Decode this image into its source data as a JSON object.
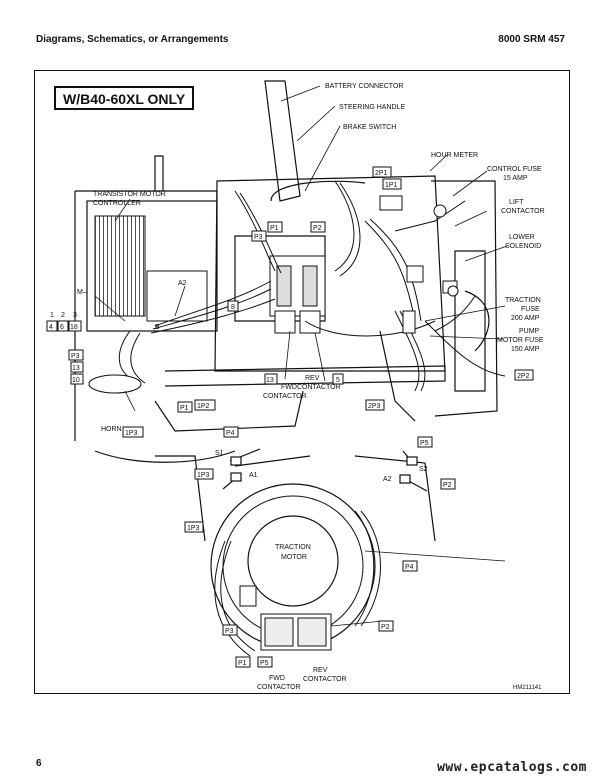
{
  "header": {
    "left": "Diagrams, Schematics, or Arrangements",
    "right": "8000 SRM 457"
  },
  "diagram": {
    "title_box": "W/B40-60XL ONLY",
    "labels": {
      "battery_connector": "BATTERY CONNECTOR",
      "steering_handle": "STEERING HANDLE",
      "brake_switch": "BRAKE SWITCH",
      "hour_meter": "HOUR METER",
      "control_fuse_1": "CONTROL FUSE",
      "control_fuse_2": "15 AMP",
      "lift_contactor_1": "LIFT",
      "lift_contactor_2": "CONTACTOR",
      "lower_solenoid_1": "LOWER",
      "lower_solenoid_2": "SOLENOID",
      "traction_fuse_1": "TRACTION",
      "traction_fuse_2": "FUSE",
      "traction_fuse_3": "200 AMP",
      "pump_fuse_1": "PUMP",
      "pump_fuse_2": "MOTOR FUSE",
      "pump_fuse_3": "150 AMP",
      "tmc_1": "TRANSISTOR MOTOR",
      "tmc_2": "CONTROLLER",
      "m": "M–",
      "a2_top": "A2",
      "b": "B",
      "fwd_contactor_1": "FWD",
      "fwd_contactor_2": "CONTACTOR",
      "rev_contactor_1": "REV",
      "rev_contactor_2": "CONTACTOR",
      "horn": "HORN",
      "traction_motor_1": "TRACTION",
      "traction_motor_2": "MOTOR",
      "s1": "S1",
      "s2": "S2",
      "a1": "A1",
      "a2_bottom": "A2",
      "fwd_bottom_1": "FWD",
      "fwd_bottom_2": "CONTACTOR",
      "rev_bottom_1": "REV",
      "rev_bottom_2": "CONTACTOR",
      "code": "HM211141"
    },
    "tags": {
      "t2p1": "2P1",
      "t1p1": "1P1",
      "tp1_top": "P1",
      "tp2_top": "P2",
      "tp3_top": "P3",
      "t8": "8",
      "n1": "1",
      "n2": "2",
      "n3": "3",
      "b4": "4",
      "b6": "6",
      "b18": "18",
      "tp3_left": "P3",
      "t13_left": "13",
      "t10": "10",
      "tp1_mid": "P1",
      "t1p2": "1P2",
      "t1p3_horn": "1P3",
      "t13_mid": "13",
      "t5": "5",
      "t2p3": "2P3",
      "t2p2": "2P2",
      "tp4": "P4",
      "t1p3_a": "1P3",
      "tp5": "P5",
      "tp2_right": "P2",
      "t1p3_b": "1P3",
      "tp4_right": "P4",
      "tp3_bottom": "P3",
      "tp2_bottom": "P2",
      "tp1_bottom": "P1",
      "tp5_bottom": "P5"
    }
  },
  "footer": {
    "page_number": "6",
    "watermark": "www.epcatalogs.com"
  }
}
